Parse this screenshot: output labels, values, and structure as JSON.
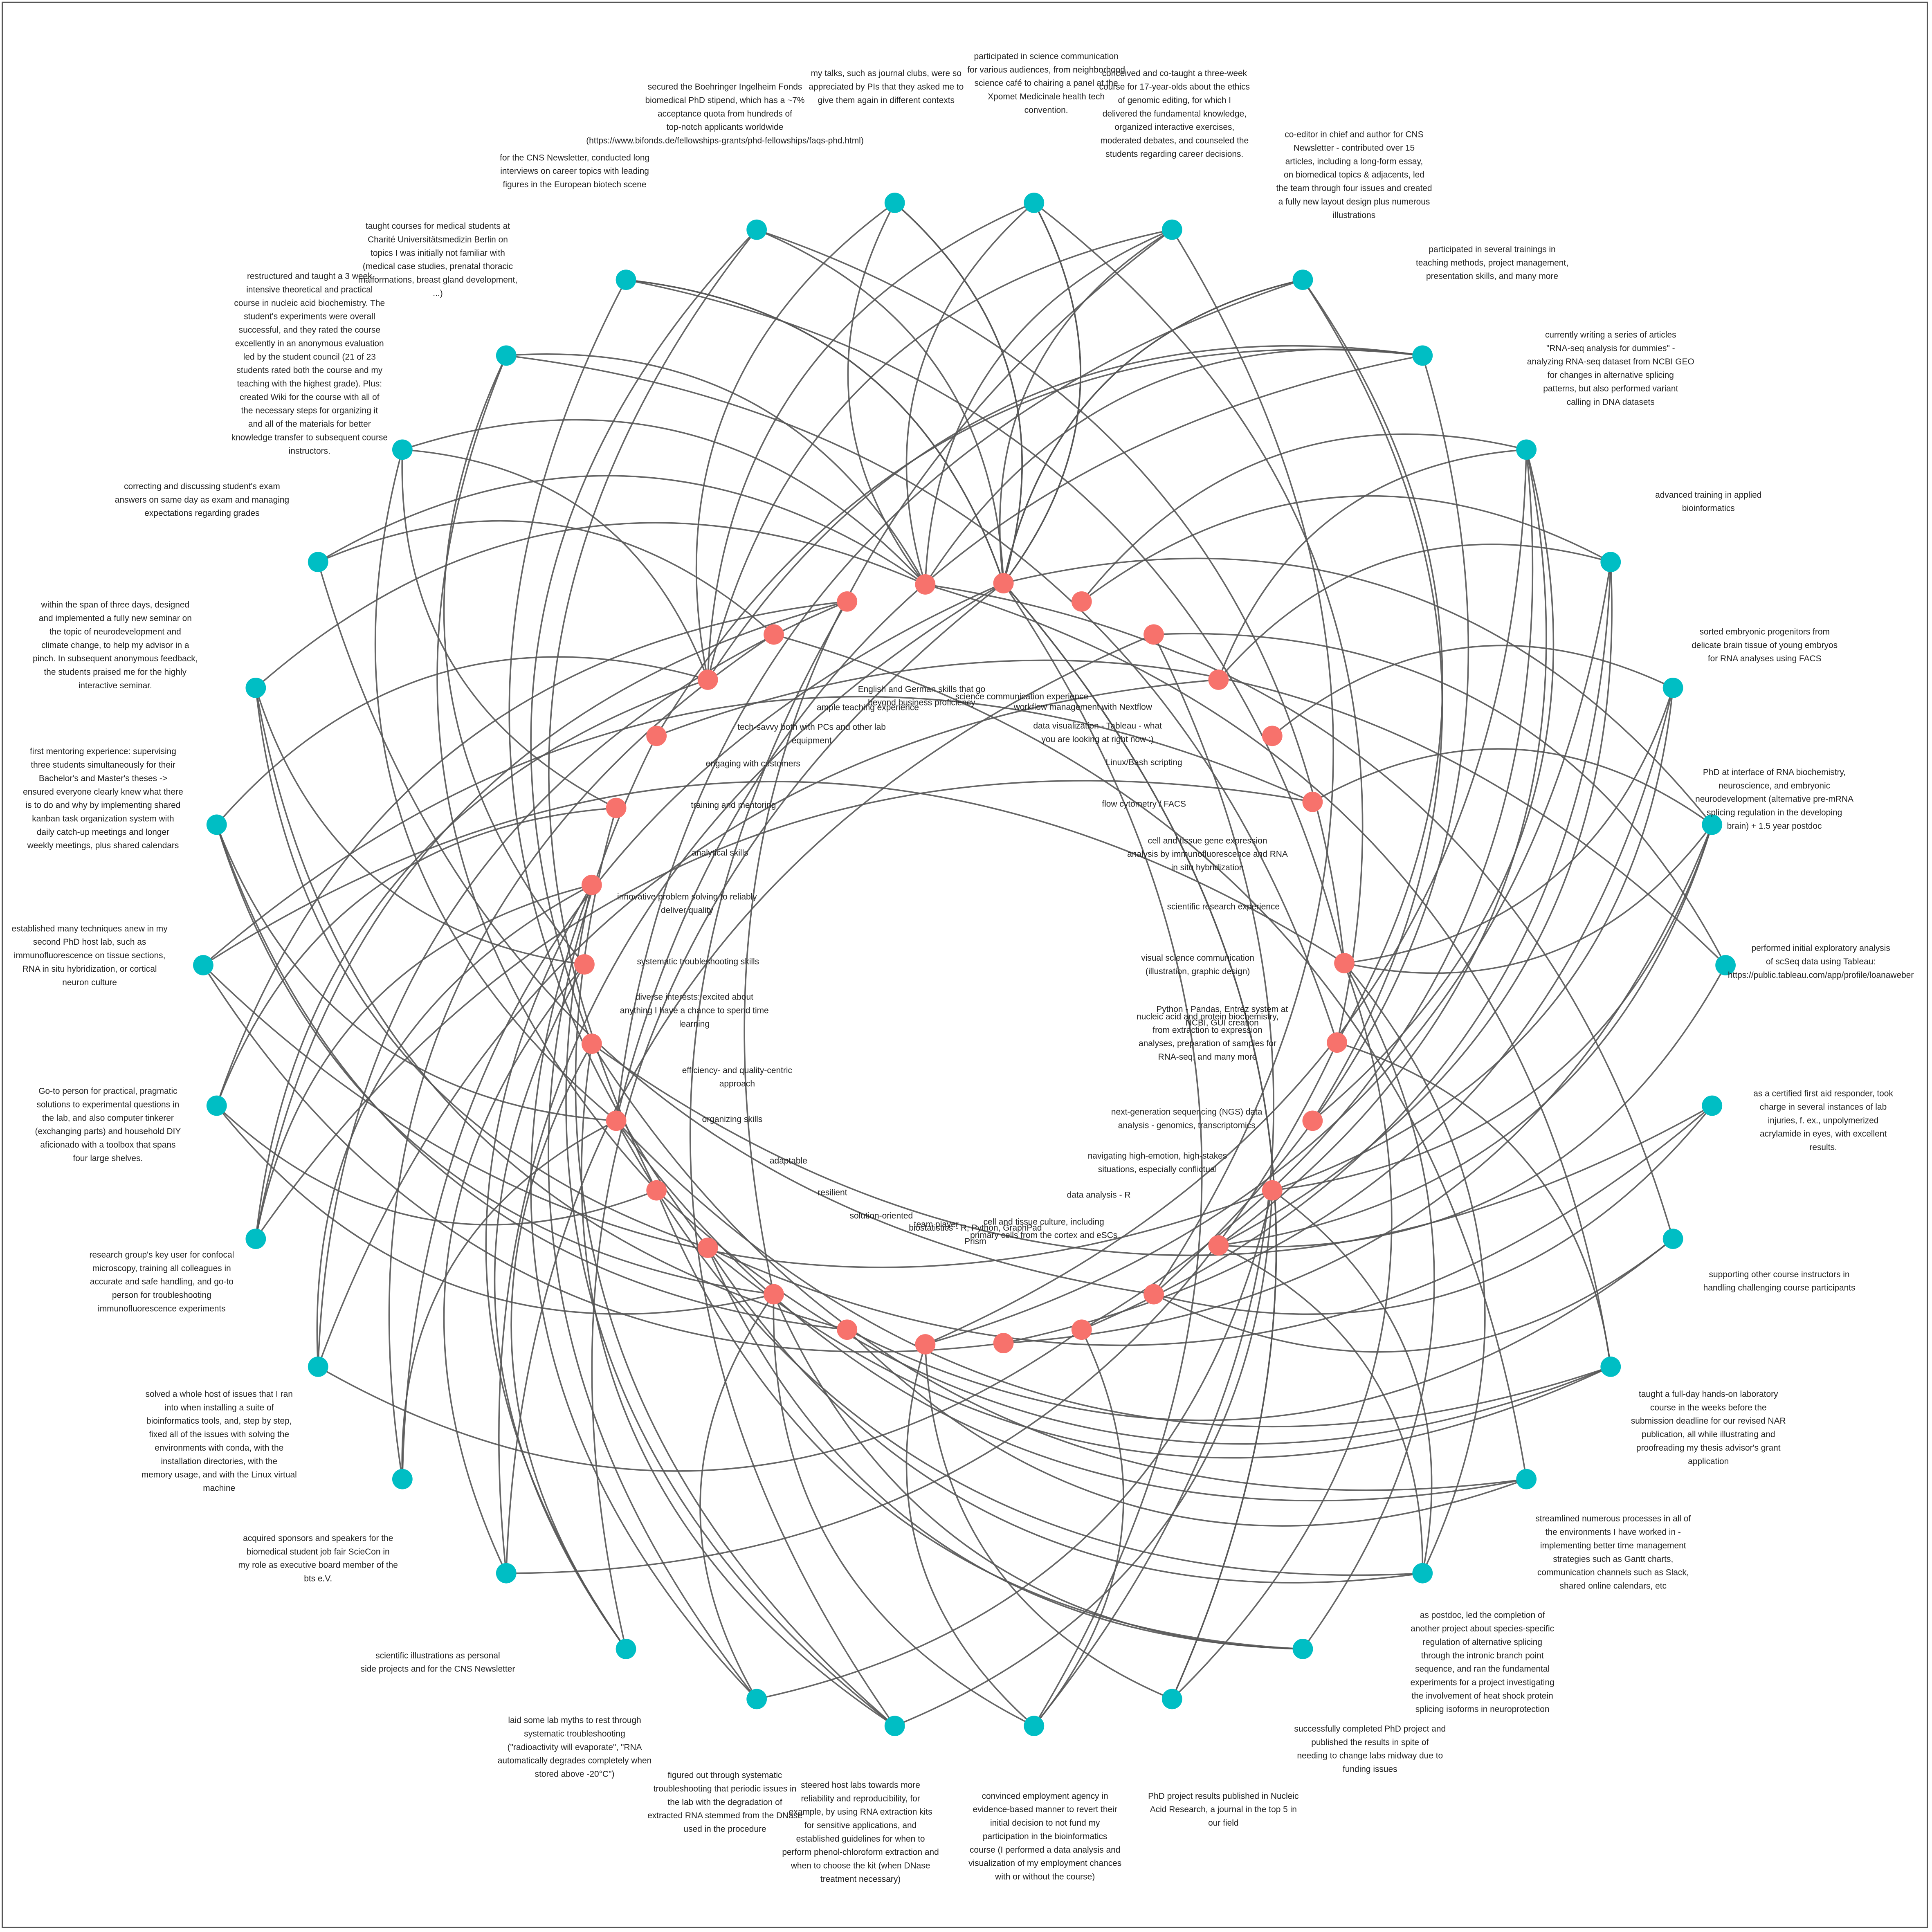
{
  "graph": {
    "colors": {
      "experience_node": "#00BEC4",
      "skill_node": "#F7726C",
      "edge": "#555555",
      "label": "#222222",
      "background": "#ffffff"
    },
    "experiences": [
      "participated in science communication for various audiences, from neighborhood science café to chairing a panel at the Xpomet Medicinale health tech convention.",
      "conceived and co-taught a three-week course for 17-year-olds about the ethics of genomic editing, for which I delivered the fundamental knowledge, organized interactive exercises, moderated debates, and counseled the students regarding career decisions.",
      "co-editor in chief and author for CNS Newsletter - contributed over 15 articles, including a long-form essay, on biomedical topics & adjacents, led the team through four issues and created a fully new layout design plus numerous illustrations",
      "participated in several trainings in teaching methods, project management, presentation skills, and many more",
      "currently writing a series of articles \"RNA-seq analysis for dummies\" - analyzing RNA-seq dataset from NCBI GEO for changes in alternative splicing patterns, but also performed variant calling in DNA datasets",
      "advanced training in applied bioinformatics",
      "sorted embryonic progenitors from delicate brain tissue of young embryos for RNA analyses using FACS",
      "PhD at interface of RNA biochemistry, neuroscience, and embryonic neurodevelopment (alternative pre-mRNA splicing regulation in the developing brain) + 1.5 year postdoc",
      "performed initial exploratory analysis of scSeq data using Tableau: https://public.tableau.com/app/profile/loanaweber",
      "as a certified first aid responder, took charge in several instances of lab injuries, f. ex., unpolymerized acrylamide in eyes, with excellent results.",
      "supporting other course instructors in handling challenging course participants",
      "taught a full-day hands-on laboratory course in the weeks before the submission deadline for our revised NAR publication, all while illustrating and proofreading my thesis advisor's grant application",
      "streamlined numerous processes in all of the environments I have worked in - implementing better time management strategies such as Gantt charts, communication channels such as Slack, shared online calendars, etc",
      "as postdoc, led the completion of another project about species-specific regulation of alternative splicing through the intronic branch point sequence, and ran the fundamental experiments for a project investigating the involvement of heat shock protein splicing isoforms in neuroprotection",
      "successfully completed PhD project and published the results in spite of needing to change labs midway due to funding issues",
      "PhD project results published in Nucleic Acid Research, a journal in the top 5 in our field",
      "convinced employment agency in evidence-based manner to revert their initial decision to not fund my participation in the bioinformatics course (I performed a data analysis and visualization of my employment chances with or without the course)",
      "steered host labs towards more reliability and reproducibility, for example, by using RNA extraction kits for sensitive applications, and established guidelines for when to perform phenol-chloroform extraction and when to choose the kit (when DNase treatment necessary)",
      "figured out through systematic troubleshooting that periodic issues in the lab with the degradation of extracted RNA stemmed from the DNase used in the procedure",
      "laid some lab myths to rest through systematic troubleshooting (\"radioactivity will evaporate\", \"RNA automatically degrades completely when stored above -20°C\")",
      "scientific illustrations as personal side projects and for the CNS Newsletter",
      "acquired sponsors and speakers for the biomedical student job fair ScieCon in my role as executive board member of the bts e.V.",
      "solved a whole host of issues that I ran into when installing a suite of bioinformatics tools, and, step by step, fixed all of the issues with solving the environments with conda, with the installation directories, with the memory usage, and with the Linux virtual machine",
      "research group's key user for confocal microscopy, training all colleagues in accurate and safe handling, and go-to person for troubleshooting immunofluorescence experiments",
      "Go-to person for practical, pragmatic solutions to experimental questions in the lab, and also computer tinkerer (exchanging parts) and household DIY aficionado with a toolbox that spans four large shelves.",
      "established many techniques anew in my second PhD host lab, such as immunofluorescence on tissue sections, RNA in situ hybridization, or cortical neuron culture",
      "first mentoring experience: supervising three students simultaneously for their Bachelor's and Master's theses -> ensured everyone clearly knew what there is to do and why by implementing shared kanban task organization system with daily catch-up meetings and longer weekly meetings, plus shared calendars",
      "within the span of three days, designed and implemented a fully new seminar on the topic of neurodevelopment and climate change, to help my advisor in a pinch. In subsequent anonymous feedback, the students praised me for the highly interactive seminar.",
      "correcting and discussing student's exam answers on same day as exam and managing expectations regarding grades",
      "restructured and taught a 3 week intensive theoretical and practical course in nucleic acid biochemistry. The student's experiments were overall successful, and they rated the course excellently in an anonymous evaluation led by the student council (21 of 23 students rated both the course and my teaching with the highest grade). Plus: created Wiki for the course with all of the necessary steps for organizing it and all of the materials for better knowledge transfer to subsequent course instructors.",
      "taught courses for medical students at Charité Universitätsmedizin Berlin on topics I was initially not familiar with (medical case studies, prenatal thoracic malformations, breast gland development, ...)",
      "for the CNS Newsletter, conducted long interviews on career topics with leading figures in the European biotech scene",
      "secured the Boehringer Ingelheim Fonds biomedical PhD stipend, which has a ~7% acceptance quota from hundreds of top-notch applicants worldwide (https://www.bifonds.de/fellowships-grants/phd-fellowships/faqs-phd.html)",
      "my talks, such as journal clubs, were so appreciated by PIs that they asked me to give them again in different contexts"
    ],
    "skills": [
      "science communication experience",
      "workflow management with Nextflow",
      "data visualization - Tableau - what you are looking at right now :)",
      "Linux/Bash scripting",
      "flow cytometry / FACS",
      "cell and tissue gene expression analysis by immunofluorescence and RNA in situ hybridization",
      "scientific research experience",
      "visual science communication (illustration, graphic design)",
      "Python - Pandas, Entrez system at NCBI, GUI creation",
      "nucleic acid and protein biochemistry, from extraction to expression analyses, preparation of samples for RNA-seq, and many more",
      "next-generation sequencing (NGS) data analysis - genomics, transcriptomics",
      "navigating high-emotion, high-stakes situations, especially conflictual",
      "data analysis - R",
      "cell and tissue culture, including primary cells from the cortex and eSCs",
      "biostatistics - R, Python, GraphPad Prism",
      "team player",
      "solution-oriented",
      "resilient",
      "adaptable",
      "organizing skills",
      "efficiency- and quality-centric approach",
      "diverse interests: excited about anything I have a chance to spend time learning",
      "systematic troubleshooting skills",
      "innovative problem solving to reliably deliver quality",
      "analytical skills",
      "training and mentoring",
      "engaging with customers",
      "tech-savvy both with PCs and other lab equipment",
      "ample teaching experience",
      "English and German skills that go beyond business proficiency"
    ]
  }
}
